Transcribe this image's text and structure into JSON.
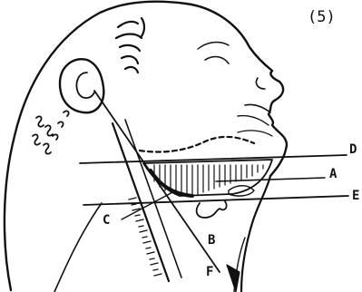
{
  "figure": {
    "number_label": "(5)",
    "labels": {
      "d": "D",
      "a": "A",
      "e": "E",
      "c": "C",
      "b": "B",
      "f": "F"
    }
  }
}
